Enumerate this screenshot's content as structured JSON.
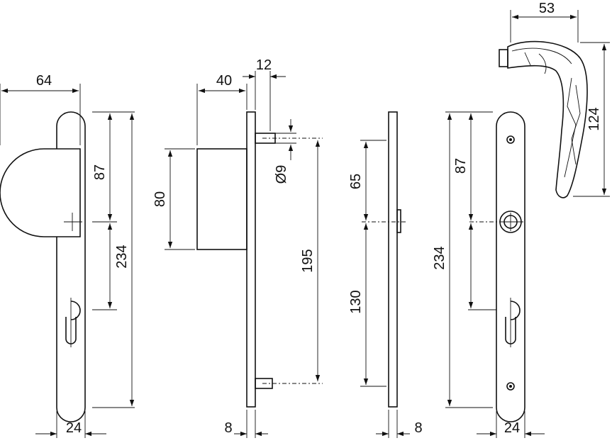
{
  "dimensions": {
    "rosette_depth": "64",
    "plate_width_left": "24",
    "center_to_top_left": "87",
    "plate_length_left": "234",
    "knob_projection": "40",
    "pin_offset": "12",
    "knob_height": "80",
    "pin_diameter": "Ø9",
    "pin_spacing": "195",
    "plate_thickness_side": "8",
    "hole_to_top": "65",
    "hole_to_bottom": "130",
    "plate_thickness_side2": "8",
    "center_to_top_right": "87",
    "plate_length_right": "234",
    "plate_width_right": "24",
    "lever_projection": "53",
    "lever_length": "124"
  }
}
